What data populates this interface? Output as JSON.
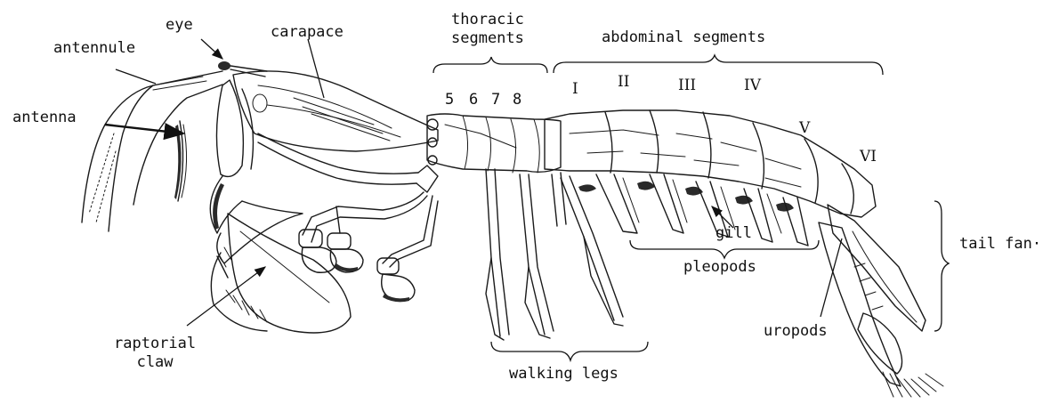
{
  "labels": {
    "eye": "eye",
    "carapace": "carapace",
    "antennule": "antennule",
    "antenna": "antenna",
    "thoracic_segments": "thoracic\nsegments",
    "abdominal_segments": "abdominal segments",
    "seg5": "5",
    "seg6": "6",
    "seg7": "7",
    "seg8": "8",
    "abd_I": "I",
    "abd_II": "II",
    "abd_III": "III",
    "abd_IV": "IV",
    "abd_V": "V",
    "abd_VI": "VI",
    "gill": "gill",
    "pleopods": "pleopods",
    "tail_fan": "tail fan·",
    "uropods": "uropods",
    "raptorial_claw": "raptorial\nclaw",
    "walking_legs": "walking legs"
  }
}
